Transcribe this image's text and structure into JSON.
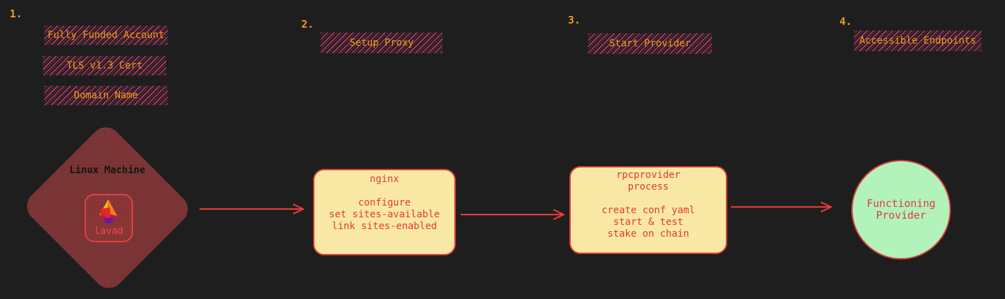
{
  "steps": [
    {
      "number": "1.",
      "labels": [
        "Fully Funded Account",
        "TLS v1.3 Cert",
        "Domain Name"
      ]
    },
    {
      "number": "2.",
      "labels": [
        "Setup Proxy"
      ]
    },
    {
      "number": "3.",
      "labels": [
        "Start Provider"
      ]
    },
    {
      "number": "4.",
      "labels": [
        "Accessible Endpoints"
      ]
    }
  ],
  "machine": {
    "title": "Linux Machine",
    "logo_label": "lavad",
    "logo_icon": "lava-pyramid-icon"
  },
  "nginx": {
    "title": "nginx",
    "lines": [
      "configure",
      "set sites-available",
      "link sites-enabled"
    ]
  },
  "rpcprovider": {
    "title_lines": [
      "rpcprovider",
      "process"
    ],
    "lines": [
      "create conf yaml",
      "start & test",
      "stake on chain"
    ]
  },
  "result": {
    "label": "Functioning Provider"
  },
  "colors": {
    "background": "#1e1e1e",
    "step_orange": "#ef9b1a",
    "hatch_pink": "#d63e75",
    "arrow_red": "#e23b3b",
    "node_fill_yellow": "#f8e8a3",
    "node_fill_green": "#b2f2bb",
    "machine_fill": "#7c3336"
  }
}
